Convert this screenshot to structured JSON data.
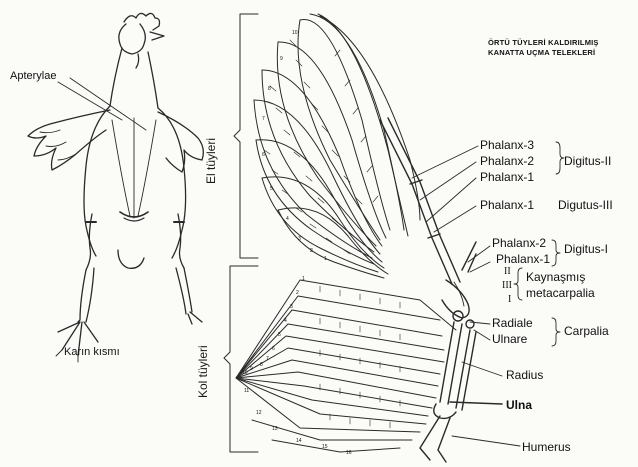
{
  "figure": {
    "title_line1": "ÖRTÜ TÜYLERİ KALDIRILMIŞ",
    "title_line2": "KANATTA UÇMA TELEKLERİ",
    "body_caption": "Karın kısmı",
    "body_label": "Apterylae",
    "el_tuyleri": "El tüyleri",
    "kol_tuyleri": "Kol tüyleri",
    "labels": {
      "phalanx3": "Phalanx-3",
      "phalanx2_ii": "Phalanx-2",
      "phalanx1_ii": "Phalanx-1",
      "digitus_ii": "Digitus-II",
      "phalanx1_iii": "Phalanx-1",
      "digitus_iii": "Digutus-III",
      "phalanx2_i": "Phalanx-2",
      "phalanx1_i": "Phalanx-1",
      "digitus_i": "Digitus-I",
      "roman_ii": "II",
      "roman_iii": "III",
      "roman_i": "I",
      "kaynasmis": "Kaynaşmış",
      "metacarpalia": "metacarpalia",
      "radiale": "Radiale",
      "ulnare": "Ulnare",
      "carpalia": "Carpalia",
      "radius": "Radius",
      "ulna": "Ulna",
      "humerus": "Humerus"
    },
    "feather_numbers_primary": [
      "1",
      "2",
      "3",
      "4",
      "5",
      "6",
      "7",
      "8",
      "9",
      "10"
    ],
    "feather_numbers_secondary": [
      "1",
      "2",
      "3",
      "4",
      "5",
      "6",
      "7",
      "8",
      "9",
      "10",
      "11",
      "12",
      "13",
      "14",
      "15",
      "16"
    ]
  }
}
